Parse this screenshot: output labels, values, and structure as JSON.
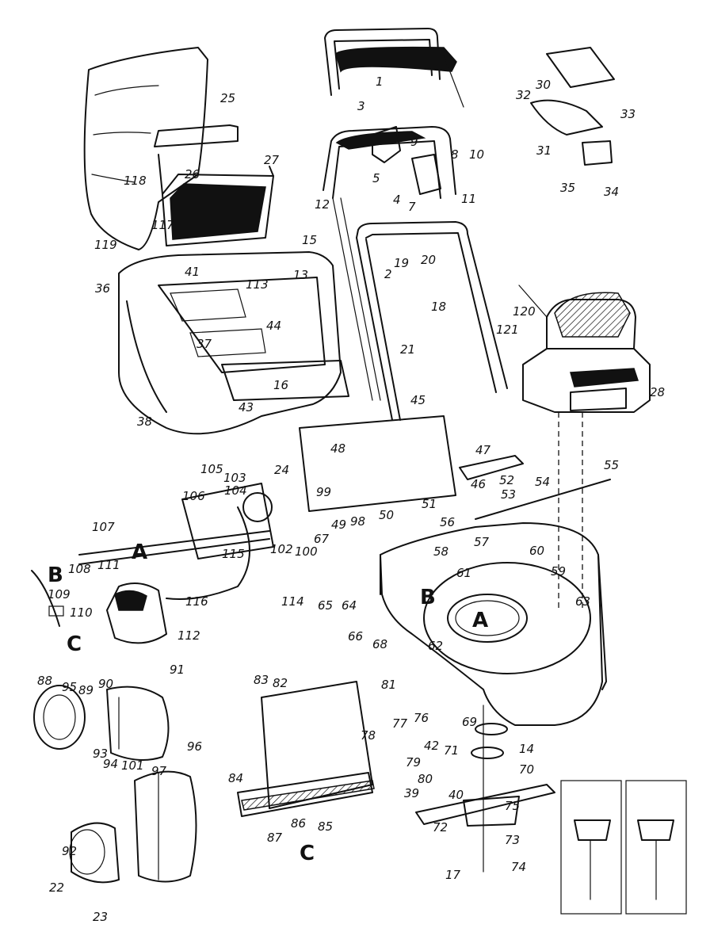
{
  "callouts": [
    "1",
    "2",
    "3",
    "4",
    "5",
    "7",
    "8",
    "9",
    "10",
    "11",
    "12",
    "13",
    "14",
    "15",
    "16",
    "17",
    "18",
    "19",
    "20",
    "21",
    "22",
    "23",
    "24",
    "25",
    "26",
    "27",
    "28",
    "30",
    "31",
    "32",
    "33",
    "34",
    "35",
    "36",
    "37",
    "38",
    "39",
    "40",
    "41",
    "42",
    "43",
    "44",
    "45",
    "46",
    "47",
    "48",
    "49",
    "50",
    "51",
    "52",
    "53",
    "54",
    "55",
    "56",
    "57",
    "58",
    "59",
    "60",
    "61",
    "62",
    "63",
    "64",
    "65",
    "66",
    "67",
    "68",
    "69",
    "70",
    "71",
    "72",
    "73",
    "74",
    "75",
    "76",
    "77",
    "78",
    "79",
    "80",
    "81",
    "82",
    "83",
    "84",
    "85",
    "86",
    "87",
    "88",
    "89",
    "90",
    "91",
    "92",
    "93",
    "94",
    "95",
    "96",
    "97",
    "98",
    "99",
    "100",
    "101",
    "102",
    "103",
    "104",
    "105",
    "106",
    "107",
    "108",
    "109",
    "110",
    "111",
    "112",
    "113",
    "114",
    "115",
    "116",
    "117",
    "118",
    "119",
    "120",
    "121"
  ],
  "letters": [
    "A",
    "B",
    "C"
  ],
  "colors": {
    "ink": "#111111",
    "paper": "#ffffff"
  }
}
